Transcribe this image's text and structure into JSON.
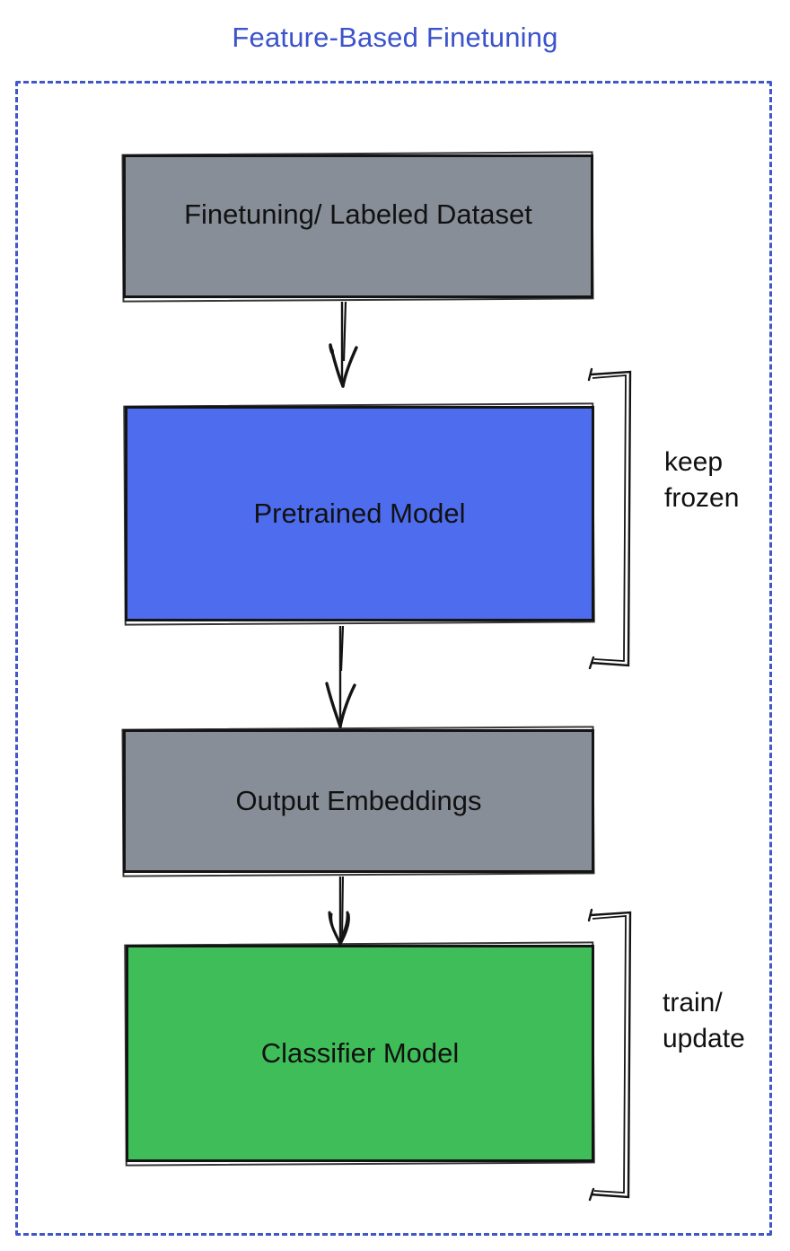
{
  "title": "Feature-Based Finetuning",
  "colors": {
    "title_text": "#3b53cb",
    "frame_border": "#3f57c9",
    "dataset_box": "#878e98",
    "pretrained_box": "#4e6cee",
    "embeddings_box": "#878e98",
    "classifier_box": "#3fbd58"
  },
  "nodes": {
    "dataset": {
      "label": "Finetuning/ Labeled Dataset"
    },
    "pretrained": {
      "label": "Pretrained Model"
    },
    "embeddings": {
      "label": "Output Embeddings"
    },
    "classifier": {
      "label": "Classifier Model"
    }
  },
  "annotations": {
    "keep_frozen": {
      "line1": "keep",
      "line2": "frozen"
    },
    "train_update": {
      "line1": "train/",
      "line2": "update"
    }
  }
}
